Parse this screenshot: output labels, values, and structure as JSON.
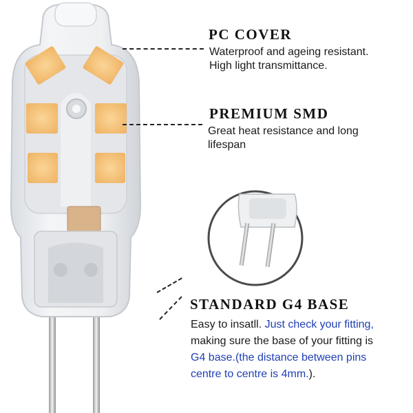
{
  "features": {
    "pc_cover": {
      "title": "PC COVER",
      "line1": "Waterproof and ageing resistant.",
      "line2": "High light transmittance."
    },
    "premium_smd": {
      "title": "PREMIUM SMD",
      "line1": "Great heat resistance and long",
      "line2": "lifespan"
    },
    "g4_base": {
      "title": "STANDARD G4 BASE",
      "line1_plain": "Easy to insatll. ",
      "line1_blue": "Just check your fitting,",
      "line2": "making sure the base of your fitting is",
      "line3_blue": "G4 base.",
      "line3_plain": "(the distance between pins",
      "line4_blue": "centre to centre is 4mm.",
      "line4_plain": ")."
    }
  },
  "colors": {
    "led": "#f5c57a",
    "text_blue": "#1f3fb5",
    "cover": "#eaecef"
  }
}
